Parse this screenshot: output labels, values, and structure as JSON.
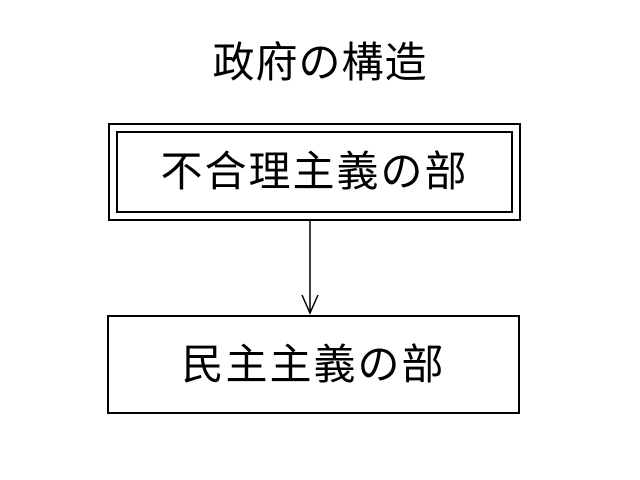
{
  "diagram": {
    "title": "政府の構造",
    "nodes": [
      {
        "id": "top",
        "label": "不合理主義の部",
        "border": "double"
      },
      {
        "id": "bottom",
        "label": "民主主義の部",
        "border": "single"
      }
    ],
    "edges": [
      {
        "from": "top",
        "to": "bottom",
        "arrow": "open"
      }
    ]
  }
}
